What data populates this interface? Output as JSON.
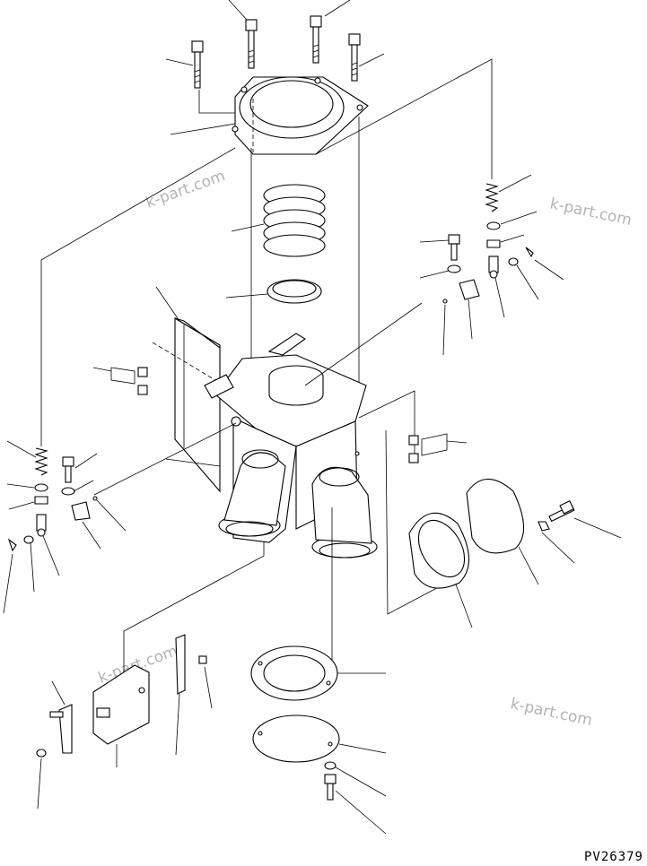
{
  "drawing_code": "PV26379",
  "watermarks": [
    "k-part.com",
    "k-part.com",
    "k-part.com",
    "k-part.com"
  ],
  "parts": [
    {
      "name": "top-bolt"
    },
    {
      "name": "top-flange-plate"
    },
    {
      "name": "bellows"
    },
    {
      "name": "clamp-ring"
    },
    {
      "name": "bracket-plate"
    },
    {
      "name": "main-housing"
    },
    {
      "name": "elbow-left"
    },
    {
      "name": "elbow-right"
    },
    {
      "name": "gasket-large"
    },
    {
      "name": "cover-plate-large"
    },
    {
      "name": "gasket-bottom"
    },
    {
      "name": "cover-plate-bottom"
    },
    {
      "name": "spring"
    },
    {
      "name": "washer"
    },
    {
      "name": "nut"
    },
    {
      "name": "clevis"
    },
    {
      "name": "cotter-pin"
    },
    {
      "name": "small-bracket"
    },
    {
      "name": "lever-bracket"
    },
    {
      "name": "pin-bracket"
    },
    {
      "name": "small-bolt"
    }
  ]
}
